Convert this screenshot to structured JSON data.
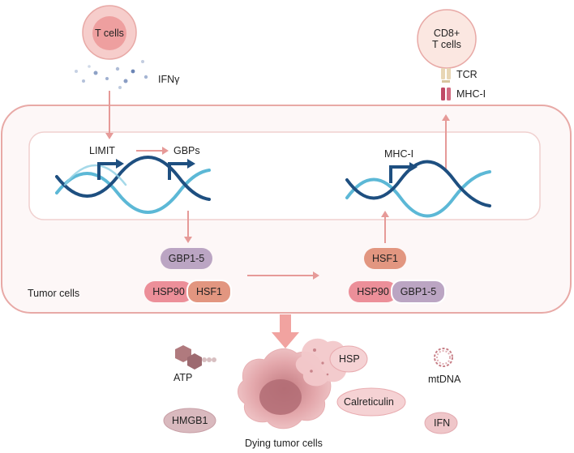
{
  "t_cells": {
    "label": "T cells"
  },
  "ifn_gamma": {
    "label": "IFNγ"
  },
  "cd8_cell": {
    "line1": "CD8+",
    "line2": "T cells"
  },
  "tcr": {
    "label": "TCR"
  },
  "mhc_surface": {
    "label": "MHC-I"
  },
  "nucleus_left": {
    "limit": "LIMIT",
    "gbps": "GBPs"
  },
  "nucleus_right": {
    "mhc": "MHC-I"
  },
  "proteins": {
    "gbp15_top": "GBP1-5",
    "hsf1_top": "HSF1",
    "hsp90_left": "HSP90",
    "hsf1_left": "HSF1",
    "hsp90_right": "HSP90",
    "gbp15_right": "GBP1-5"
  },
  "tumor_cells": {
    "label": "Tumor cells"
  },
  "damps": {
    "atp": "ATP",
    "hsp": "HSP",
    "mtdna": "mtDNA",
    "hmgb1": "HMGB1",
    "calreticulin": "Calreticulin",
    "ifn": "IFN"
  },
  "dying": {
    "label": "Dying tumor cells"
  },
  "colors": {
    "membrane": "#e8a9a6",
    "arrow": "#e69a98",
    "dna_dark": "#1e4f80",
    "dna_light": "#5cb8d6",
    "gbp": "#bba5c3",
    "hsf": "#e29680",
    "hsp90": "#ec8f99",
    "hmgb1": "#d9b9be"
  }
}
